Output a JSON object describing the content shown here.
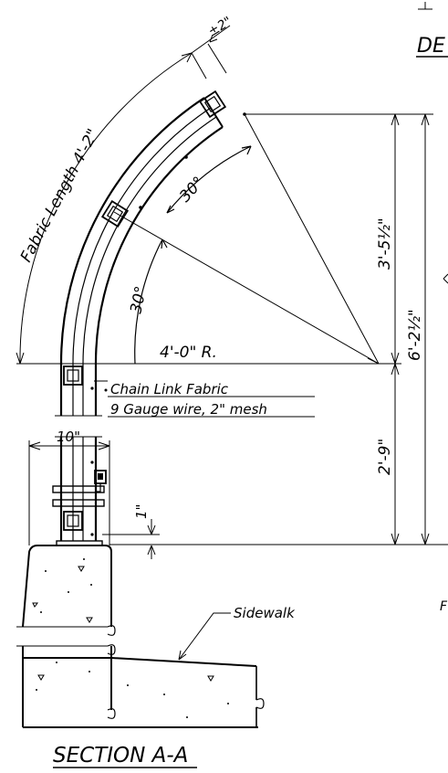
{
  "labels": {
    "header_fragment": "DE",
    "fabric_length": "Fabric Length 4'-2\"",
    "plus_two": "±2\"",
    "angle_upper": "30°",
    "angle_lower": "30°",
    "radius": "4'-0\" R.",
    "chain_link_line1": "Chain Link Fabric",
    "chain_link_line2": "9 Gauge wire, 2\" mesh",
    "width_10": "10\"",
    "height_1": "1\"",
    "dim_upper": "3'-5½\"",
    "dim_total": "6'-2½\"",
    "dim_lower": "2'-9\"",
    "sidewalk": "Sidewalk",
    "section_title": "SECTION A-A",
    "edge_fragment": "F"
  }
}
